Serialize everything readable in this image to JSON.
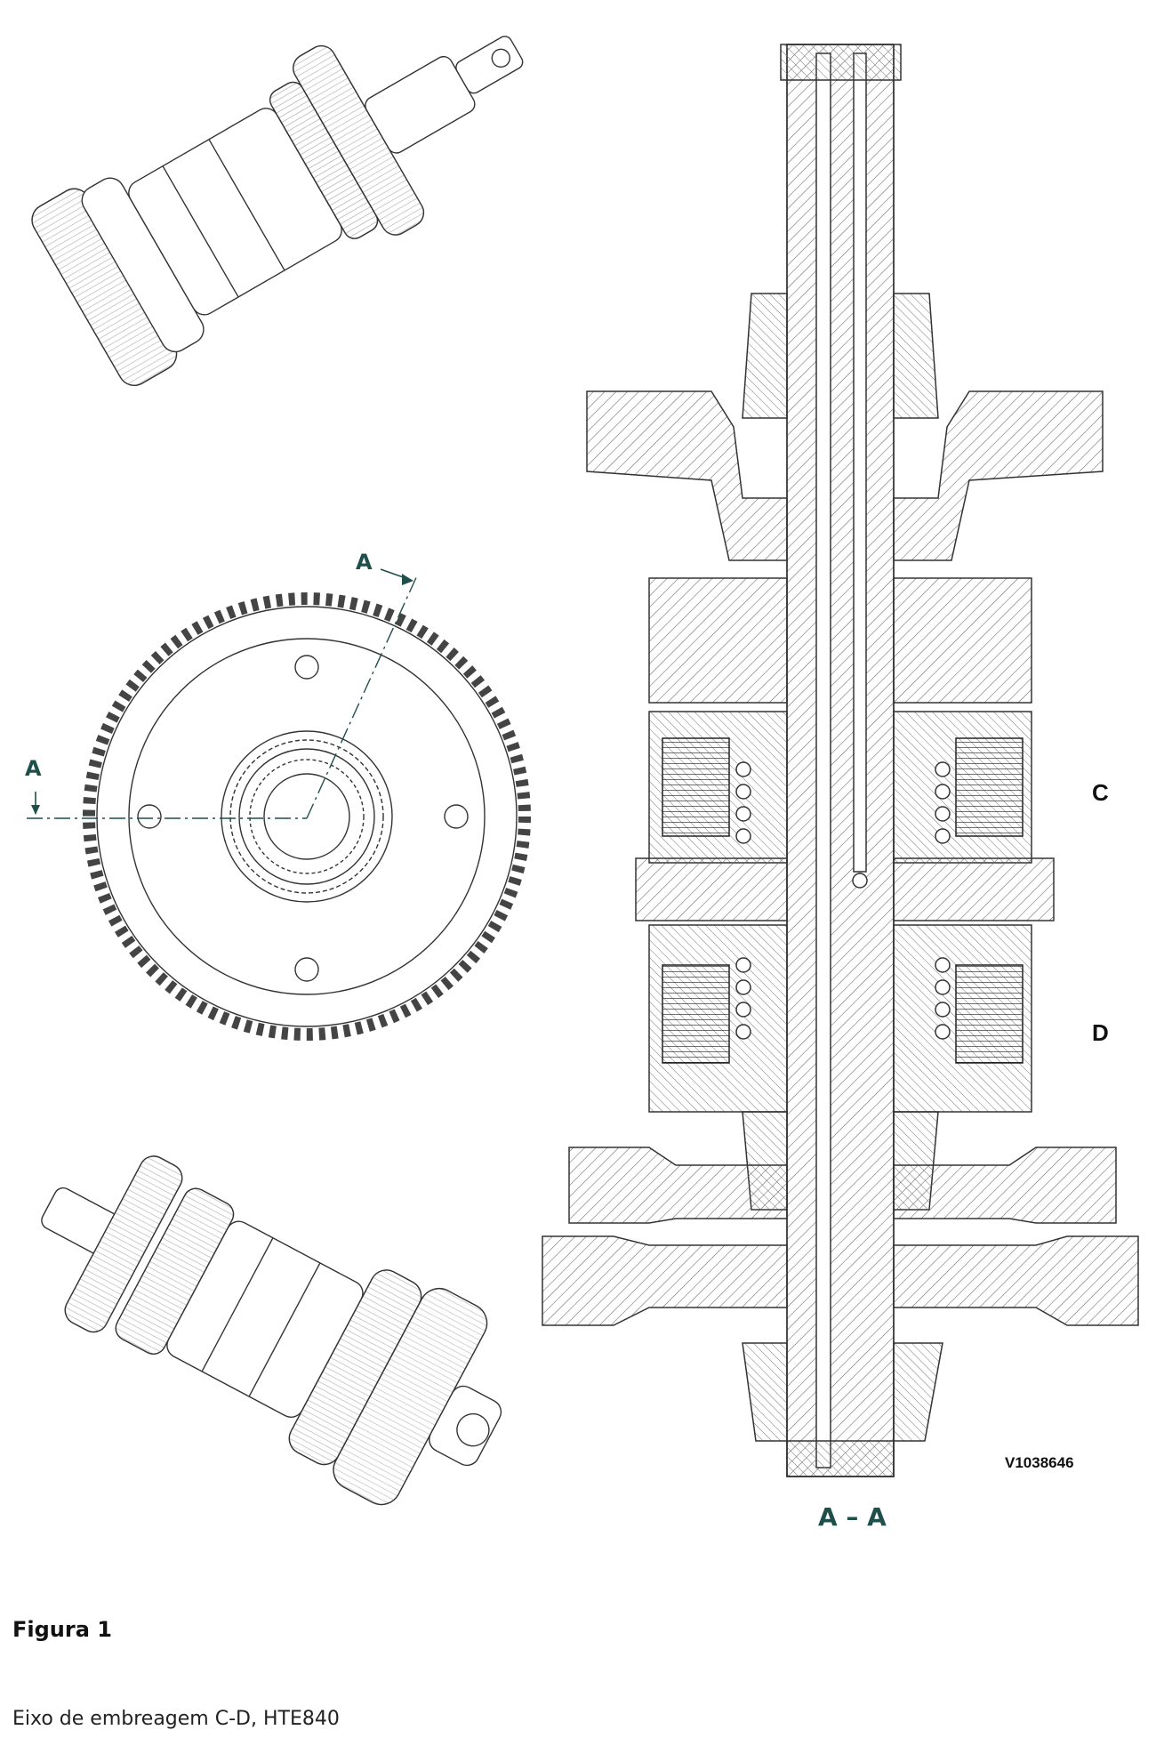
{
  "labels": {
    "section_marker_top": "A",
    "section_marker_left": "A",
    "section_title": "A – A",
    "clutch_c": "C",
    "clutch_d": "D",
    "drawing_code": "V1038646"
  },
  "caption": {
    "figure_label": "Figura 1",
    "description": "Eixo de embreagem C-D, HTE840"
  },
  "colors": {
    "line": "#333333",
    "hatch": "#555555",
    "label_teal": "#1f4f4b"
  }
}
